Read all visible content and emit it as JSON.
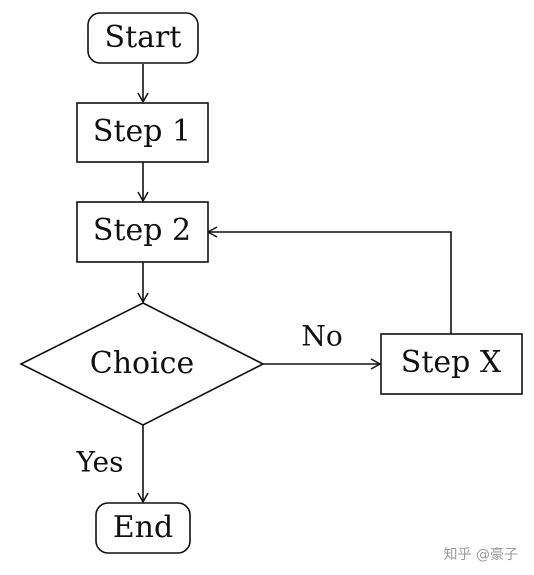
{
  "flowchart": {
    "nodes": {
      "start": "Start",
      "step1": "Step 1",
      "step2": "Step 2",
      "choice": "Choice",
      "stepx": "Step X",
      "end": "End"
    },
    "edges": {
      "no_label": "No",
      "yes_label": "Yes"
    }
  },
  "watermark": "知乎 @豪子"
}
